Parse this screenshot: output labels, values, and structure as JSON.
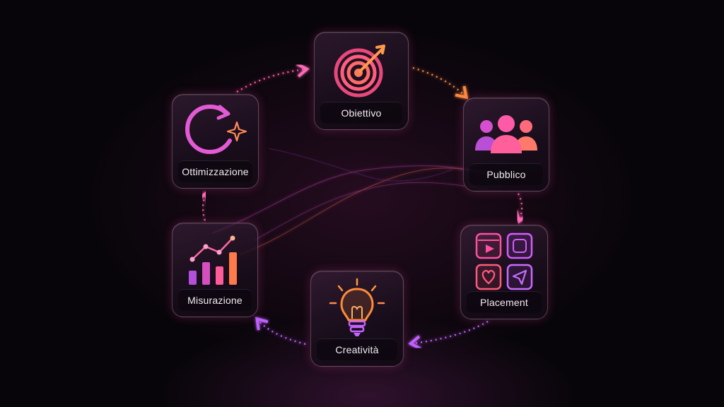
{
  "steps": [
    {
      "id": "obiettivo",
      "label": "Obiettivo",
      "icon": "target-icon"
    },
    {
      "id": "pubblico",
      "label": "Pubblico",
      "icon": "audience-icon"
    },
    {
      "id": "placement",
      "label": "Placement",
      "icon": "placement-grid-icon"
    },
    {
      "id": "creativita",
      "label": "Creatività",
      "icon": "lightbulb-icon"
    },
    {
      "id": "misurazione",
      "label": "Misurazione",
      "icon": "bar-chart-icon"
    },
    {
      "id": "ottimizzazione",
      "label": "Ottimizzazione",
      "icon": "refresh-sparkle-icon"
    }
  ],
  "colors": {
    "background": "#08050a",
    "accent_pink": "#ff4fa3",
    "accent_orange": "#ff8a3d",
    "accent_purple": "#b14cff",
    "label_text": "#f3ecf2"
  },
  "flow": {
    "direction": "clockwise"
  }
}
